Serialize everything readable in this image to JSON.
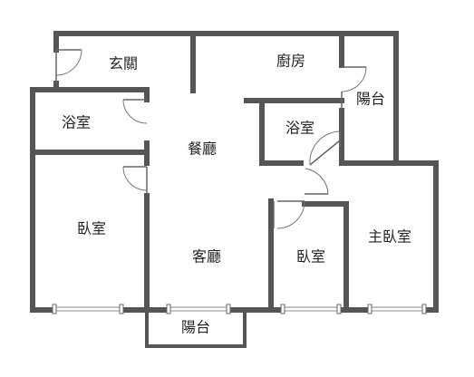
{
  "rooms": {
    "entrance": "玄關",
    "kitchen": "廚房",
    "balcony_top": "陽台",
    "bath_left": "浴室",
    "bath_center": "浴室",
    "dining": "餐廳",
    "bedroom_left": "臥室",
    "living": "客廳",
    "bedroom_center": "臥室",
    "master_bedroom": "主臥室",
    "balcony_bottom": "陽台"
  },
  "colors": {
    "wall": "#555555",
    "text": "#222222",
    "background": "#ffffff"
  }
}
